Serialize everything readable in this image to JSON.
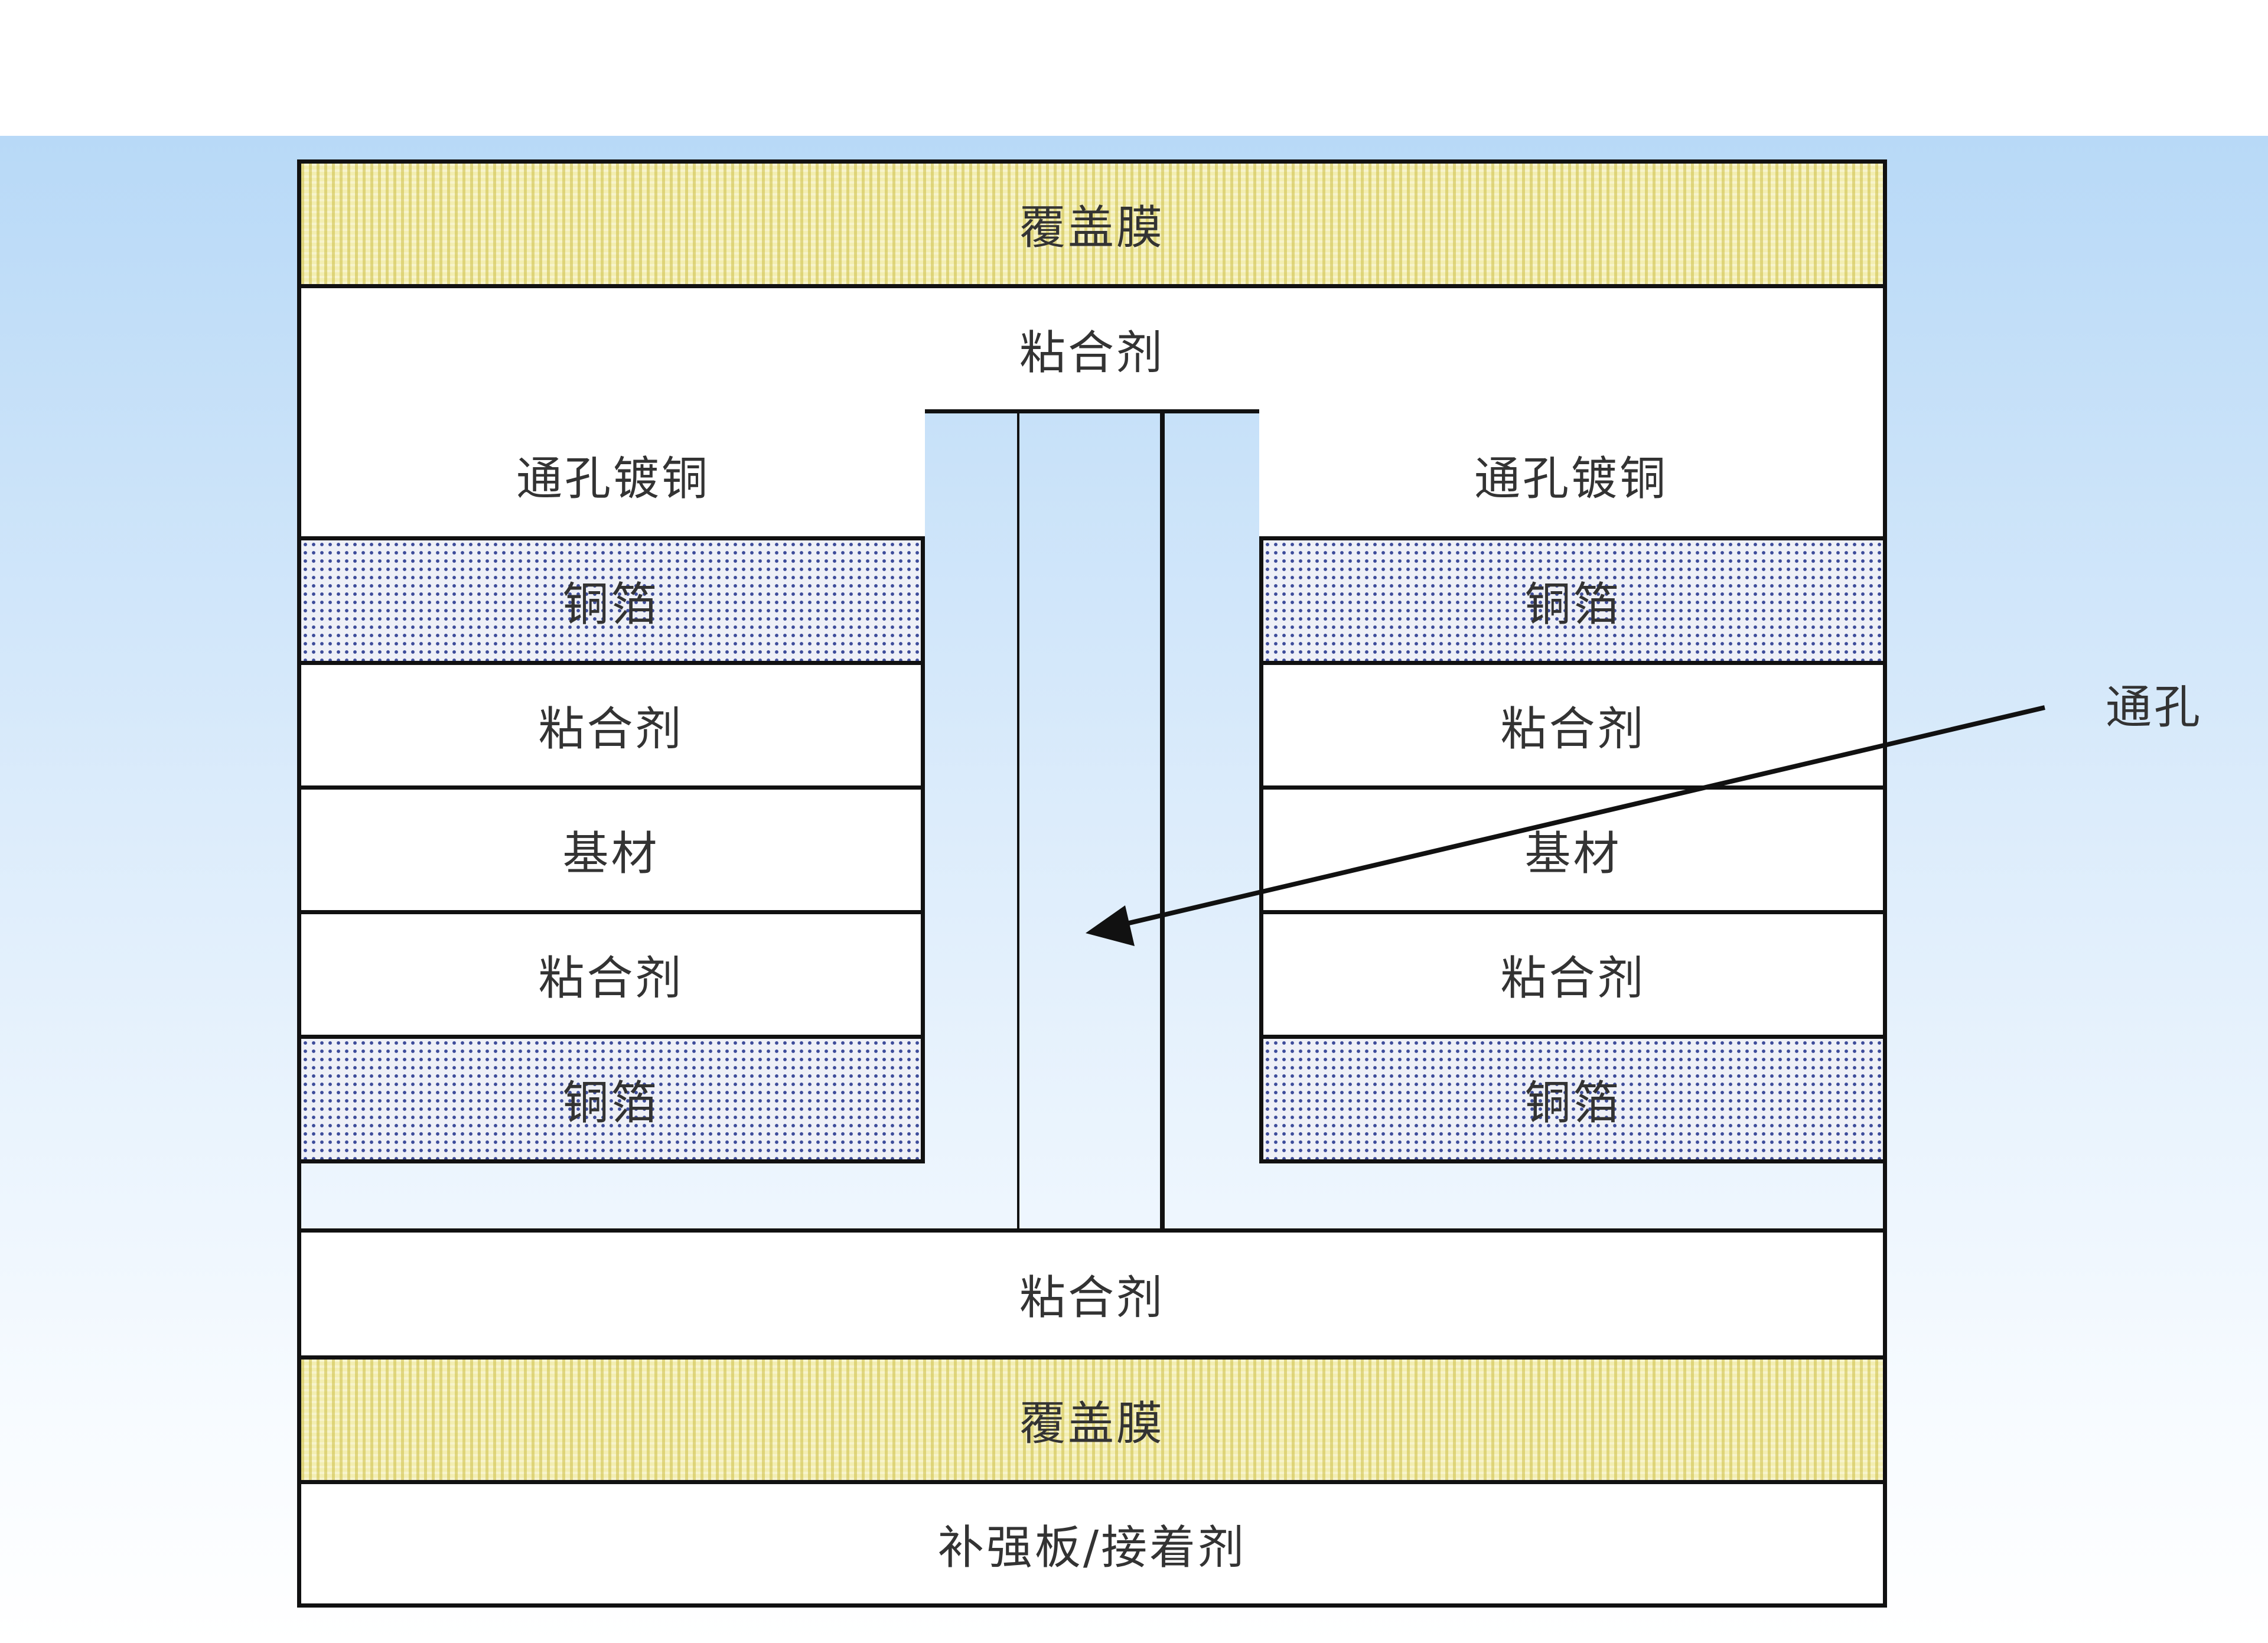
{
  "layers": {
    "top_cover": "覆盖膜",
    "top_adhesive": "粘合剂",
    "left_plating": "通孔镀铜",
    "left_foil_top": "铜箔",
    "left_adhesive_top": "粘合剂",
    "left_substrate": "基材",
    "left_adhesive_bottom": "粘合剂",
    "left_foil_bottom": "铜箔",
    "right_plating": "通孔镀铜",
    "right_foil_top": "铜箔",
    "right_adhesive_top": "粘合剂",
    "right_substrate": "基材",
    "right_adhesive_bottom": "粘合剂",
    "right_foil_bottom": "铜箔",
    "bottom_adhesive": "粘合剂",
    "bottom_cover": "覆盖膜",
    "stiffener": "补强板/接着剂"
  },
  "callout": {
    "label": "通孔"
  },
  "colors": {
    "cover_fill": "#f3eeb2",
    "foil_dots": "#3d4c9a",
    "outline": "#111111",
    "background_top": "#b8d9f7"
  }
}
